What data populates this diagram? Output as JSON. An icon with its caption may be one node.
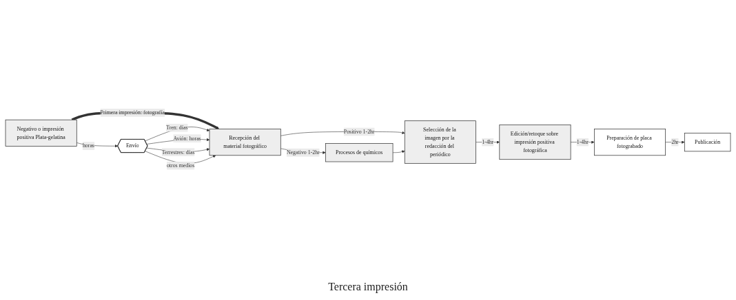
{
  "diagram": {
    "nodes": [
      {
        "text": [
          "Negativo o impresión positiva Plata-gelatina"
        ]
      },
      {
        "text": [
          "Envío"
        ]
      },
      {
        "text": [
          "Recepción del material fotográfico"
        ]
      },
      {
        "text": [
          "Procesos de químicos"
        ]
      },
      {
        "text": [
          "Selección de la imagen por la redacción del periódico"
        ]
      },
      {
        "text": [
          "Edición/retoque sobre impresión positiva fotográfica"
        ]
      },
      {
        "text": [
          "Preparación de placa fotograbado"
        ]
      },
      {
        "text": [
          "Publicación"
        ]
      }
    ],
    "edges": [
      {
        "from": 0,
        "to": 2,
        "arrow": "to",
        "label": "Primera impresión: fotografía",
        "style": "thick"
      },
      {
        "from": 0,
        "to": 1,
        "arrow": "to",
        "label": "horas"
      },
      {
        "from": 1,
        "to": 2,
        "arrow": "to",
        "label": "Tren: días"
      },
      {
        "from": 1,
        "to": 2,
        "arrow": "to",
        "label": "Avión: horas"
      },
      {
        "from": 1,
        "to": 2,
        "arrow": "to",
        "label": "Terrestres: días"
      },
      {
        "from": 1,
        "to": 2,
        "arrow": "to",
        "label": "otros medios"
      },
      {
        "from": 2,
        "to": 3,
        "arrow": "to",
        "label": "Negativo 1-2hr"
      },
      {
        "from": 2,
        "to": 4,
        "arrow": "to",
        "label": "Positivo 1-2hr"
      },
      {
        "from": 3,
        "to": 4,
        "arrow": "to"
      },
      {
        "from": 4,
        "to": 5,
        "arrow": "to",
        "label": "1-4hr"
      },
      {
        "from": 5,
        "to": 6,
        "arrow": "to",
        "label": "1-4hr"
      },
      {
        "from": 6,
        "to": 7,
        "arrow": "to",
        "label": "2hr"
      }
    ],
    "labels": [
      "Tercera impresión"
    ]
  }
}
